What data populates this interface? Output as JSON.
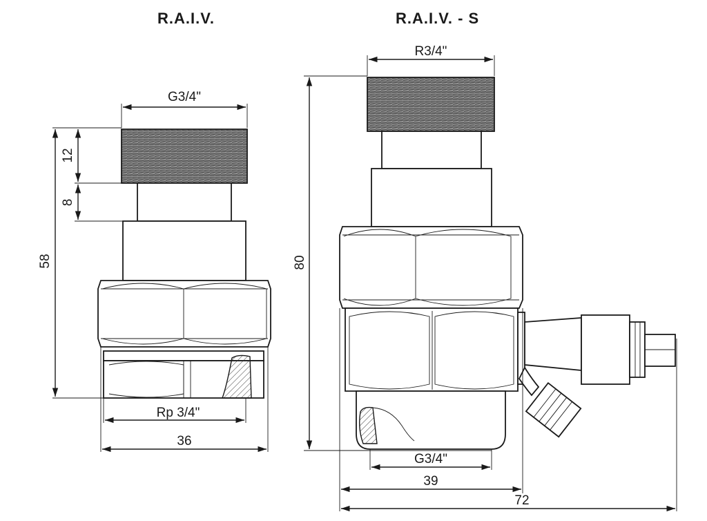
{
  "titles": {
    "left": "R.A.I.V.",
    "right": "R.A.I.V. - S"
  },
  "left_view": {
    "top_thread_label": "G3/4\"",
    "dim_thread_height": "12",
    "dim_neck_height": "8",
    "dim_total_height": "58",
    "bottom_thread_label": "Rp 3/4\"",
    "dim_width": "36"
  },
  "right_view": {
    "top_thread_label": "R3/4\"",
    "dim_total_height": "80",
    "bottom_thread_label": "G3/4\"",
    "dim_body_width": "39",
    "dim_total_width": "72"
  }
}
